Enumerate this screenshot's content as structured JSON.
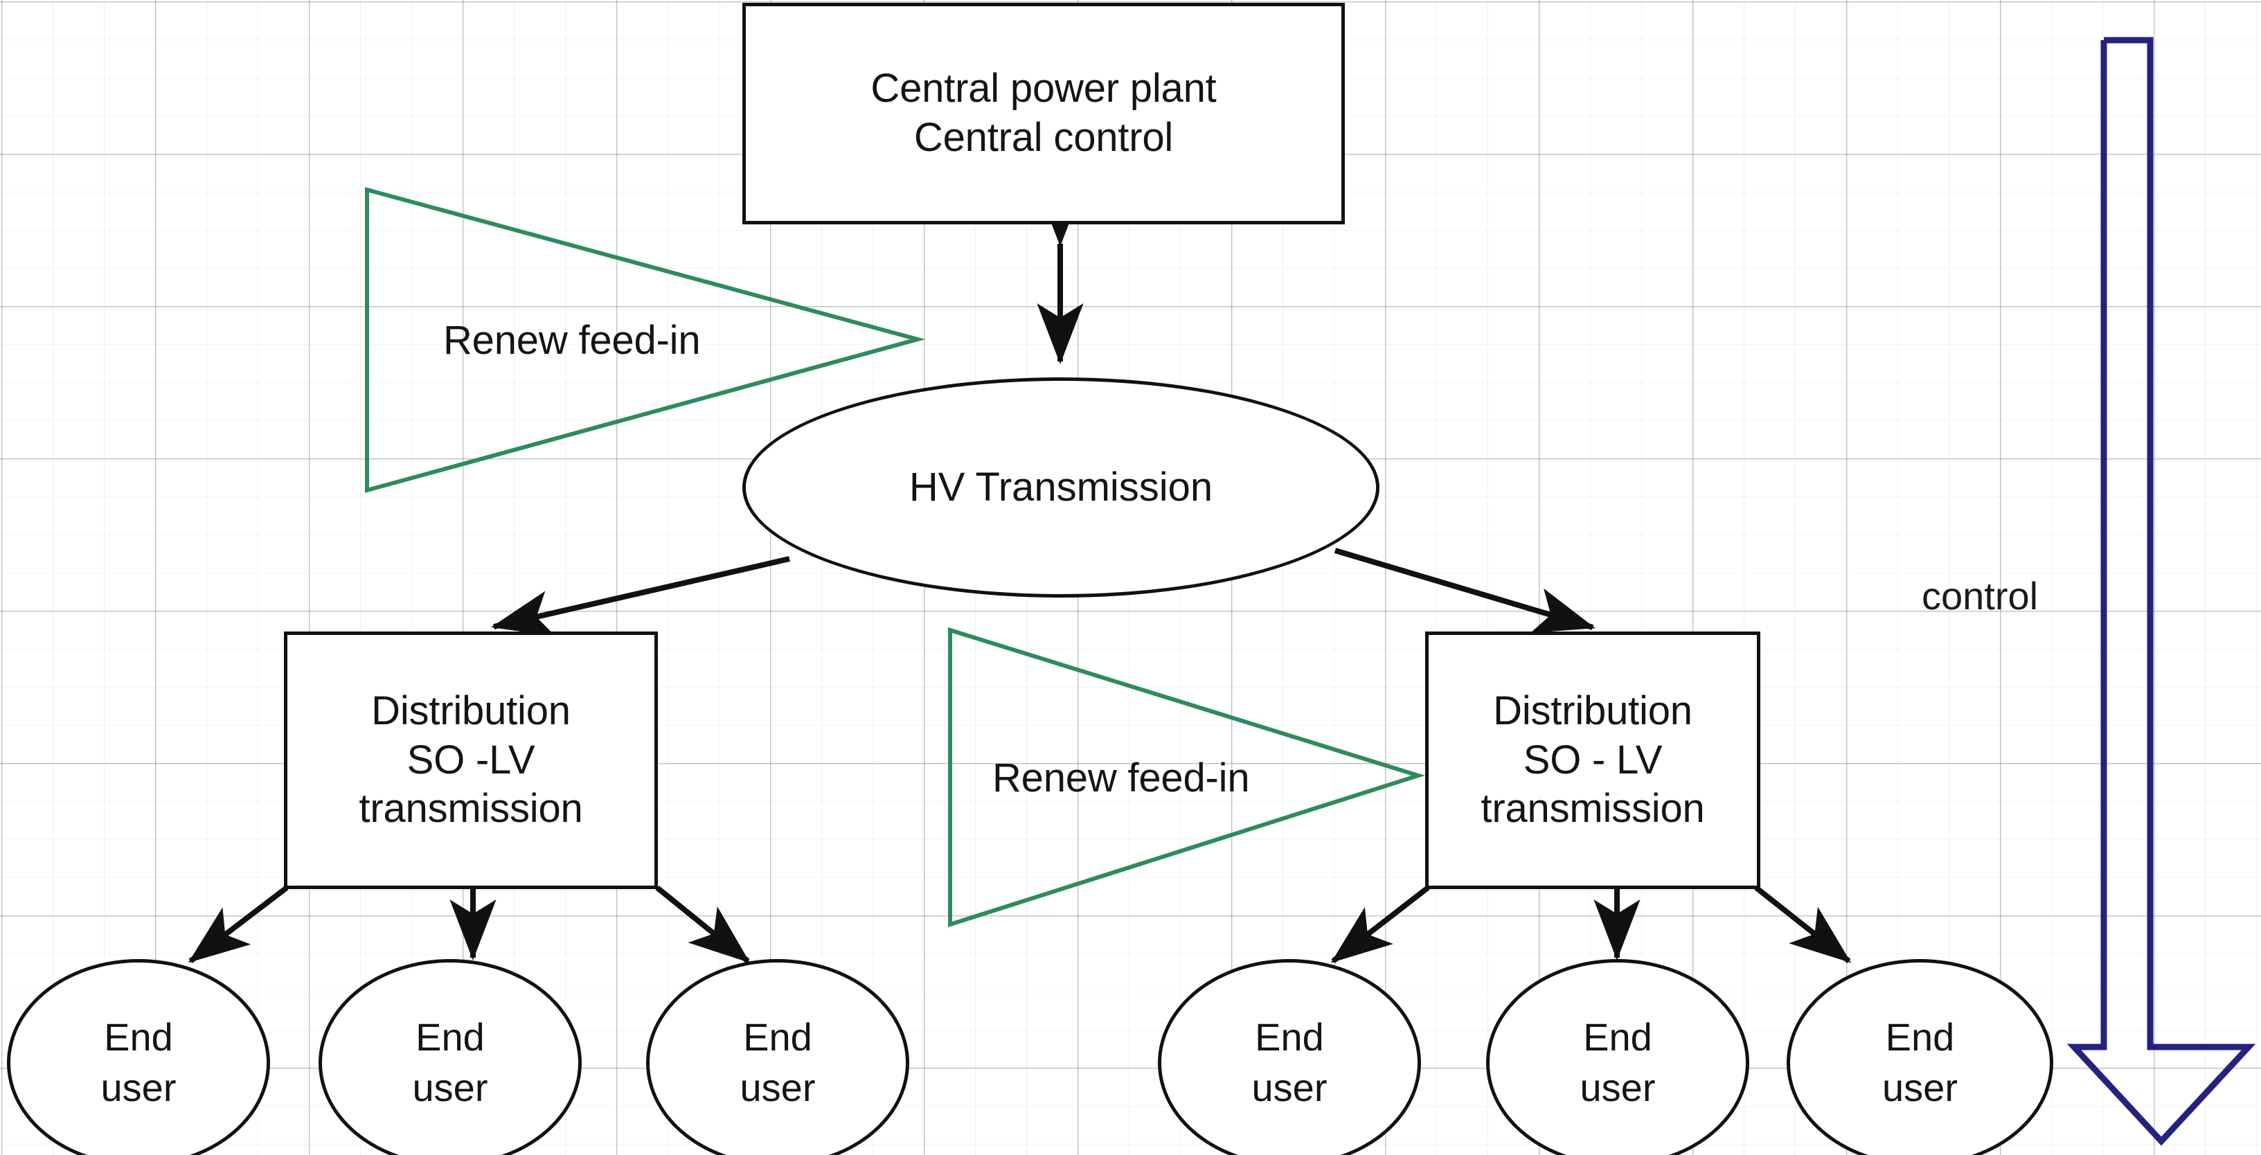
{
  "diagram": {
    "title": "Electric power grid hierarchy with renewable feed-in and control",
    "colors": {
      "stroke_black": "#111111",
      "renewable_green": "#2E8B5E",
      "control_navy": "#23237F",
      "grid_minor": "#f0f0f0",
      "grid_major": "#cccccc",
      "background": "#ffffff"
    },
    "nodes": {
      "central_plant": {
        "shape": "rectangle",
        "line1": "Central power plant",
        "line2": "Central control"
      },
      "hv_transmission": {
        "shape": "ellipse",
        "label": "HV Transmission"
      },
      "distribution_left": {
        "shape": "rectangle",
        "line1": "Distribution",
        "line2": "SO -LV",
        "line3": "transmission"
      },
      "distribution_right": {
        "shape": "rectangle",
        "line1": "Distribution",
        "line2": "SO - LV",
        "line3": "transmission"
      },
      "renew_feed_in_left": {
        "shape": "triangle",
        "label": "Renew feed-in"
      },
      "renew_feed_in_mid": {
        "shape": "triangle",
        "label": "Renew feed-in"
      },
      "end_users_left": [
        {
          "line1": "End",
          "line2": "user"
        },
        {
          "line1": "End",
          "line2": "user"
        },
        {
          "line1": "End",
          "line2": "user"
        }
      ],
      "end_users_right": [
        {
          "line1": "End",
          "line2": "user"
        },
        {
          "line1": "End",
          "line2": "user"
        },
        {
          "line1": "End",
          "line2": "user"
        }
      ]
    },
    "annotations": {
      "control_label": "control"
    },
    "edges": [
      {
        "from": "central_plant",
        "to": "hv_transmission",
        "type": "double-arrow"
      },
      {
        "from": "hv_transmission",
        "to": "distribution_left",
        "type": "arrow"
      },
      {
        "from": "hv_transmission",
        "to": "distribution_right",
        "type": "arrow"
      },
      {
        "from": "distribution_left",
        "to": "end_user_l1",
        "type": "arrow"
      },
      {
        "from": "distribution_left",
        "to": "end_user_l2",
        "type": "arrow"
      },
      {
        "from": "distribution_left",
        "to": "end_user_l3",
        "type": "arrow"
      },
      {
        "from": "distribution_right",
        "to": "end_user_r1",
        "type": "arrow"
      },
      {
        "from": "distribution_right",
        "to": "end_user_r2",
        "type": "arrow"
      },
      {
        "from": "distribution_right",
        "to": "end_user_r3",
        "type": "arrow"
      },
      {
        "from": "control",
        "to": "downward",
        "type": "block-arrow-down"
      }
    ]
  }
}
